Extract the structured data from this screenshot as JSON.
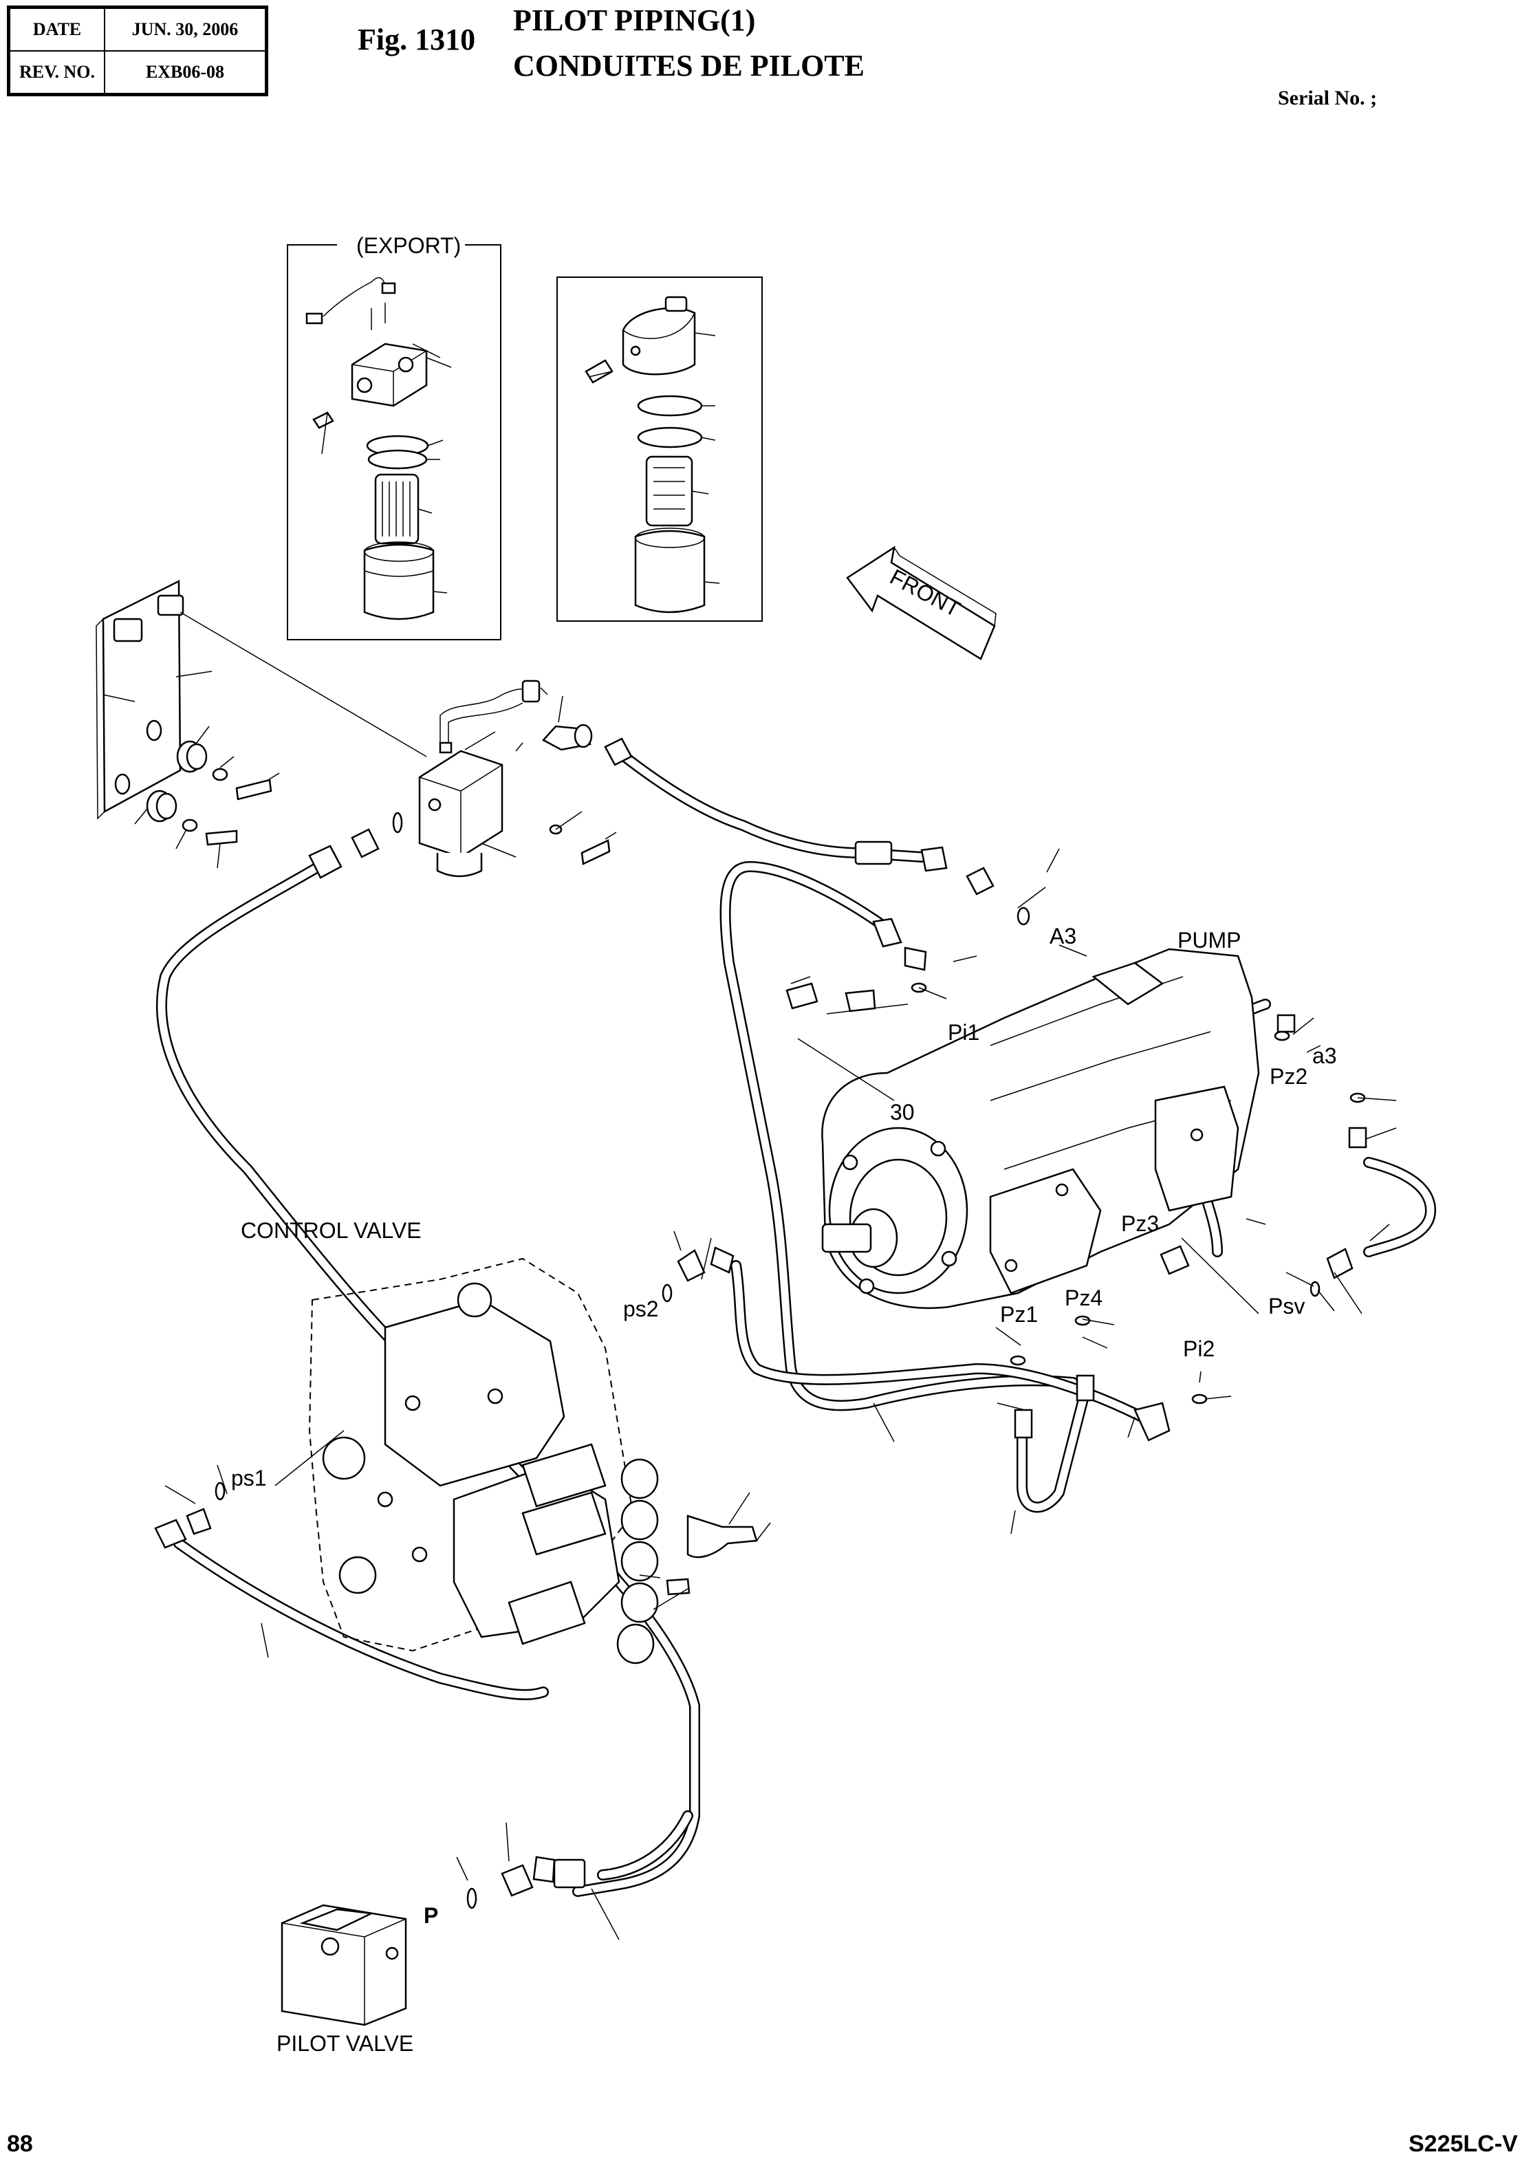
{
  "header": {
    "date_label": "DATE",
    "date_value": "JUN. 30, 2006",
    "rev_label": "REV. NO.",
    "rev_value": "EXB06-08",
    "fig_no": "Fig. 1310",
    "title_en": "PILOT PIPING(1)",
    "title_fr": "CONDUITES DE PILOTE",
    "serial": "Serial No. ;"
  },
  "labels": {
    "export": "(EXPORT)",
    "front": "FRONT",
    "pump": "PUMP",
    "control_valve": "CONTROL VALVE",
    "pilot_valve": "PILOT VALVE",
    "port_a3_upper": "A3",
    "port_a3_lower": "a3",
    "port_pi1": "Pi1",
    "port_pz2": "Pz2",
    "port_pz3": "Pz3",
    "port_pz4": "Pz4",
    "port_pz1": "Pz1",
    "port_pi2": "Pi2",
    "port_psv": "Psv",
    "port_ps2": "ps2",
    "port_ps1": "ps1",
    "port_p": "P",
    "callout_30": "30"
  },
  "footer": {
    "page": "88",
    "model": "S225LC-V"
  }
}
